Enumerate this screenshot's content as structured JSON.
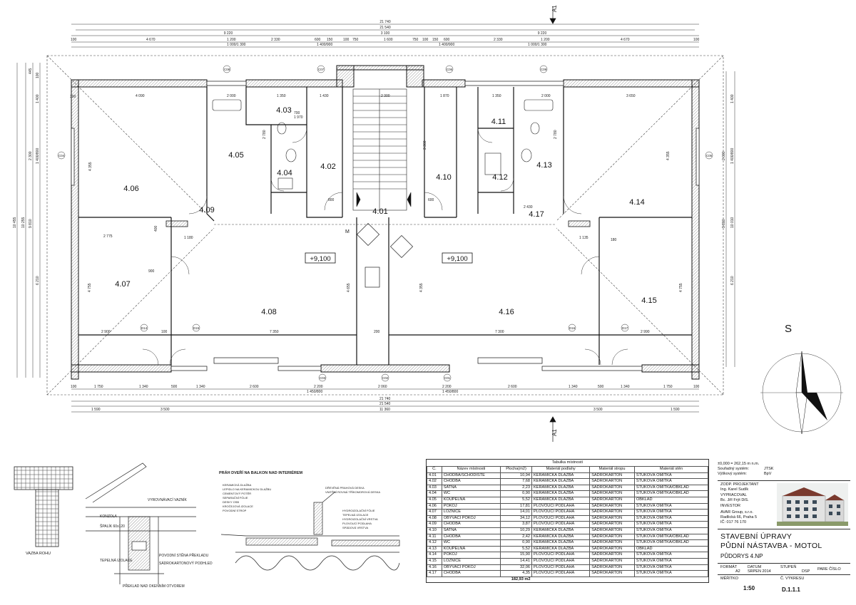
{
  "dims": {
    "total1": "21 740",
    "total2": "21 540",
    "half_left": "9 220",
    "center": "3 100",
    "half_right": "9 220",
    "top_row": [
      "100",
      "4 670",
      "1 200",
      "2 330",
      "600",
      "150",
      "100",
      "750",
      "1 600",
      "750",
      "100",
      "150",
      "600",
      "2 330",
      "1 200",
      "4 670",
      "100"
    ],
    "top_win": [
      "1 000/1 300",
      "1 400/900",
      "1 400/900",
      "1 000/1 300"
    ],
    "bottom_row": [
      "100",
      "1 750",
      "1 340",
      "500",
      "1 340",
      "2 600",
      "2 200",
      "2 060",
      "2 200",
      "2 600",
      "1 340",
      "500",
      "1 340",
      "1 750",
      "100"
    ],
    "bottom_win": [
      "1 450/800",
      "1 450/800"
    ],
    "bottom_totals": [
      "21 740",
      "21 540"
    ],
    "bottom_last": [
      "1 590",
      "3 500",
      "11 360",
      "3 500",
      "1 590"
    ],
    "left_vert": [
      "10 455",
      "10 255",
      "9 810",
      "445",
      "100",
      "1 400",
      "2 300",
      "1 400/800",
      "4 355",
      "6 210"
    ],
    "right_vert": [
      "9 810",
      "10 010",
      "1 400",
      "2 000",
      "1 400/800",
      "6 210"
    ],
    "inner": [
      "4 090",
      "2 000",
      "1 350",
      "1 430",
      "2 300",
      "1 870",
      "1 350",
      "2 000",
      "3 650",
      "2 780",
      "2 780",
      "4 355",
      "3 360",
      "2 775",
      "1 180",
      "1 135",
      "2 900",
      "7 350",
      "7 300",
      "2 990",
      "4 655",
      "4 355",
      "4 755",
      "4 755",
      "300",
      "400",
      "700",
      "1 970",
      "800",
      "600",
      "900",
      "2 430",
      "200",
      "180",
      "100"
    ]
  },
  "axes": [
    "C08",
    "C07",
    "C06",
    "C09",
    "C05",
    "C04",
    "C03",
    "C02",
    "C01",
    "D14",
    "D15",
    "D16",
    "D17"
  ],
  "section_marks": [
    "A1",
    "A1"
  ],
  "rooms": [
    "4.01",
    "4.02",
    "4.03",
    "4.04",
    "4.05",
    "4.06",
    "4.07",
    "4.08",
    "4.09",
    "4.10",
    "4.11",
    "4.12",
    "4.13",
    "4.14",
    "4.15",
    "4.16",
    "4.17"
  ],
  "levels": [
    "+9,100",
    "+9,100"
  ],
  "m_mark": "M",
  "north": "S",
  "details": {
    "corner_label": "VAZBA ROHU",
    "lintel_label": "PŘEKLAD NAD OKENNÍM OTVOREM",
    "threshold_title": "PRÁH DVEŘÍ NA BALKON NAD INTERIÉREM",
    "lintel_notes": [
      "VYROVNÁVACÍ VAZNÍK",
      "KONZOLA",
      "ŠPALÍK 60x120",
      "POVODNÍ STĚNA PŘEKLADU",
      "SÁDROKARTONOVÝ PODHLED",
      "TEPELNÁ IZOLACE"
    ],
    "threshold_notes": [
      "KERAMICKÁ DLAŽBA",
      "LEPIDLO NA KERAMICKOU DLAŽBU",
      "CEMENTOVÝ POTĚR",
      "SEPARAČNÍ FÓLIE",
      "DESKY OSB",
      "KROČEJOVÁ IZOLACE",
      "POVODNÍ STROP",
      "DŘEVĚNÁ PRAHOVÁ DESKA",
      "VNITŘNÍ ROVNÁ TŘÍKOMOROVÁ DESKA",
      "HYDROIZOLAČNÍ FÓLIE",
      "TEPELNÁ IZOLACE",
      "HYDROIZOLAČNÍ VRSTVA",
      "PLOVOUCÍ PODLAHA",
      "SPÁDOVÁ VRSTVA"
    ]
  },
  "room_table": {
    "caption": "Tabulka místností",
    "headers": [
      "Č.",
      "Název místnosti",
      "Plocha(m2)",
      "Materiál podlahy",
      "Materiál stropu",
      "Materiál stěn"
    ],
    "rows": [
      [
        "4.01",
        "CHODBA/SCHODIŠTĚ",
        "10,94",
        "KERAMICKÁ DLAŽBA",
        "SÁDROKARTON",
        "ŠTUKOVÁ OMÍTKA"
      ],
      [
        "4.02",
        "CHODBA",
        "7,68",
        "KERAMICKÁ DLAŽBA",
        "SÁDROKARTON",
        "ŠTUKOVÁ OMÍTKA"
      ],
      [
        "4.03",
        "ŠATNA",
        "2,23",
        "KERAMICKÁ DLAŽBA",
        "SÁDROKARTON",
        "ŠTUKOVÁ OMÍTKA/OBKLAD"
      ],
      [
        "4.04",
        "WC",
        "0,90",
        "KERAMICKÁ DLAŽBA",
        "SÁDROKARTON",
        "ŠTUKOVÁ OMÍTKA/OBKLAD"
      ],
      [
        "4.05",
        "KOUPELNA",
        "5,52",
        "KERAMICKÁ DLAŽBA",
        "SÁDROKARTON",
        "OBKLAD"
      ],
      [
        "4.06",
        "POKOJ",
        "17,81",
        "PLOVOUCÍ PODLAHA",
        "SÁDROKARTON",
        "ŠTUKOVÁ OMÍTKA"
      ],
      [
        "4.07",
        "LOŽNICE",
        "14,01",
        "PLOVOUCÍ PODLAHA",
        "SÁDROKARTON",
        "ŠTUKOVÁ OMÍTKA"
      ],
      [
        "4.08",
        "OBÝVACÍ POKOJ",
        "34,12",
        "PLOVOUCÍ PODLAHA",
        "SÁDROKARTON",
        "ŠTUKOVÁ OMÍTKA"
      ],
      [
        "4.09",
        "CHODBA",
        "3,87",
        "PLOVOUCÍ PODLAHA",
        "SÁDROKARTON",
        "ŠTUKOVÁ OMÍTKA"
      ],
      [
        "4.10",
        "ŠATNA",
        "10,29",
        "KERAMICKÁ DLAŽBA",
        "SÁDROKARTON",
        "ŠTUKOVÁ OMÍTKA"
      ],
      [
        "4.11",
        "CHODBA",
        "2,42",
        "KERAMICKÁ DLAŽBA",
        "SÁDROKARTON",
        "ŠTUKOVÁ OMÍTKA/OBKLAD"
      ],
      [
        "4.12",
        "WC",
        "0,90",
        "KERAMICKÁ DLAŽBA",
        "SÁDROKARTON",
        "ŠTUKOVÁ OMÍTKA/OBKLAD"
      ],
      [
        "4.13",
        "KOUPELNA",
        "5,52",
        "KERAMICKÁ DLAŽBA",
        "SÁDROKARTON",
        "OBKLAD"
      ],
      [
        "4.14",
        "POKOJ",
        "15,90",
        "PLOVOUCÍ PODLAHA",
        "SÁDROKARTON",
        "ŠTUKOVÁ OMÍTKA"
      ],
      [
        "4.15",
        "LOŽNICE",
        "14,41",
        "PLOVOUCÍ PODLAHA",
        "SÁDROKARTON",
        "ŠTUKOVÁ OMÍTKA"
      ],
      [
        "4.16",
        "OBÝVACÍ POKOJ",
        "32,06",
        "PLOVOUCÍ PODLAHA",
        "SÁDROKARTON",
        "ŠTUKOVÁ OMÍTKA"
      ],
      [
        "4.17",
        "CHODBA",
        "4,35",
        "PLOVOUCÍ PODLAHA",
        "SÁDROKARTON",
        "ŠTUKOVÁ OMÍTKA"
      ]
    ],
    "total": "182,93 m2"
  },
  "title_block": {
    "elev_line": "±0,000 = 262,15 m n.m.",
    "coord_label": "Souřadný systém:",
    "coord_value": "JTSK",
    "height_label": "Výškový systém:",
    "height_value": "BpV",
    "designer_label": "ZODP. PROJEKTANT",
    "designer": "Ing. Karel Sudík",
    "drafter_label": "VYPRACOVAL",
    "drafter": "Bc. Jiří Frýt DiS.",
    "investor_label": "INVESTOR",
    "investor": "AVAR Group, s.r.o.",
    "investor_addr": "Radlická 66, Praha 5",
    "investor_ic": "IČ: 017 76 170",
    "project_line1": "STAVEBNÍ ÚPRAVY",
    "project_line2": "PŮDNÍ NÁSTAVBA - MOTOL",
    "drawing": "PŮDORYS 4.NP",
    "format_label": "FORMÁT",
    "format": "A2",
    "date_label": "DATUM",
    "date": "SRPEN 2014",
    "stage_label": "STUPEŇ",
    "stage": "DSP",
    "pare_label": "PARE ČÍSLO",
    "scale_label": "MĚŘÍTKO",
    "scale": "1:50",
    "drawing_no_label": "Č. VÝKRESU",
    "drawing_no": "D.1.1.1"
  }
}
